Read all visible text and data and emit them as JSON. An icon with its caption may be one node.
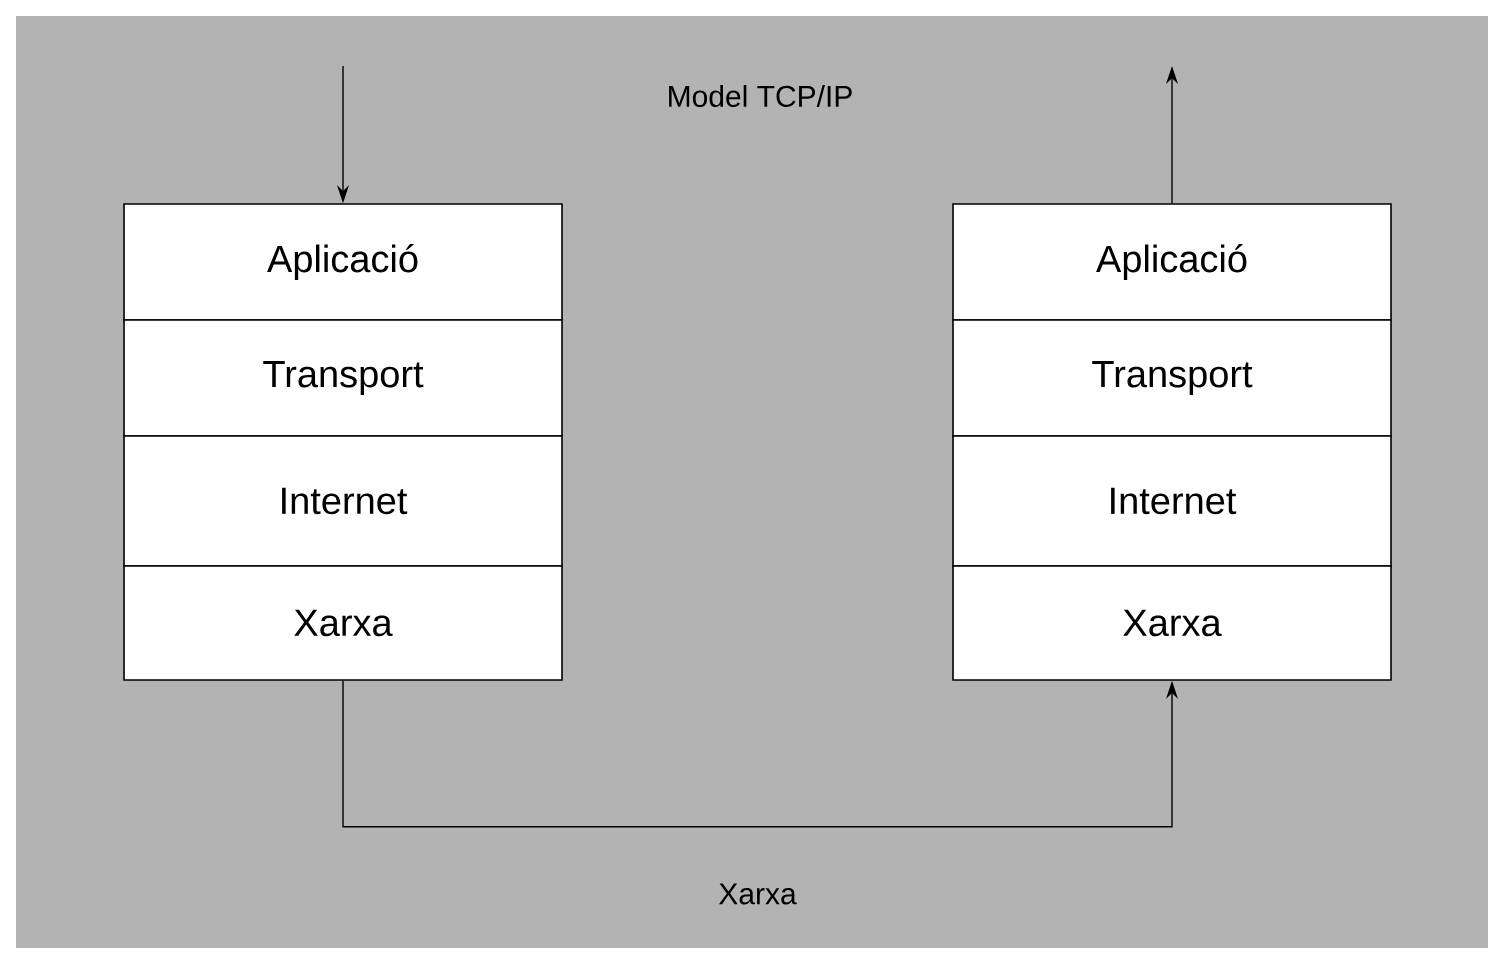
{
  "diagram": {
    "title": "Model TCP/IP",
    "nodes": [
      {
        "text": [
          "Aplicació"
        ]
      },
      {
        "text": [
          "Transport"
        ]
      },
      {
        "text": [
          "Internet"
        ]
      },
      {
        "text": [
          "Xarxa"
        ]
      },
      {
        "text": [
          "Aplicació"
        ]
      },
      {
        "text": [
          "Transport"
        ]
      },
      {
        "text": [
          "Internet"
        ]
      },
      {
        "text": [
          "Xarxa"
        ]
      }
    ],
    "edges": [
      {
        "from": null,
        "to": 0,
        "arrow": "to"
      },
      {
        "from": 4,
        "to": null,
        "arrow": "to"
      },
      {
        "from": 3,
        "to": 7,
        "arrow": "to",
        "label": "Xarxa"
      }
    ]
  }
}
